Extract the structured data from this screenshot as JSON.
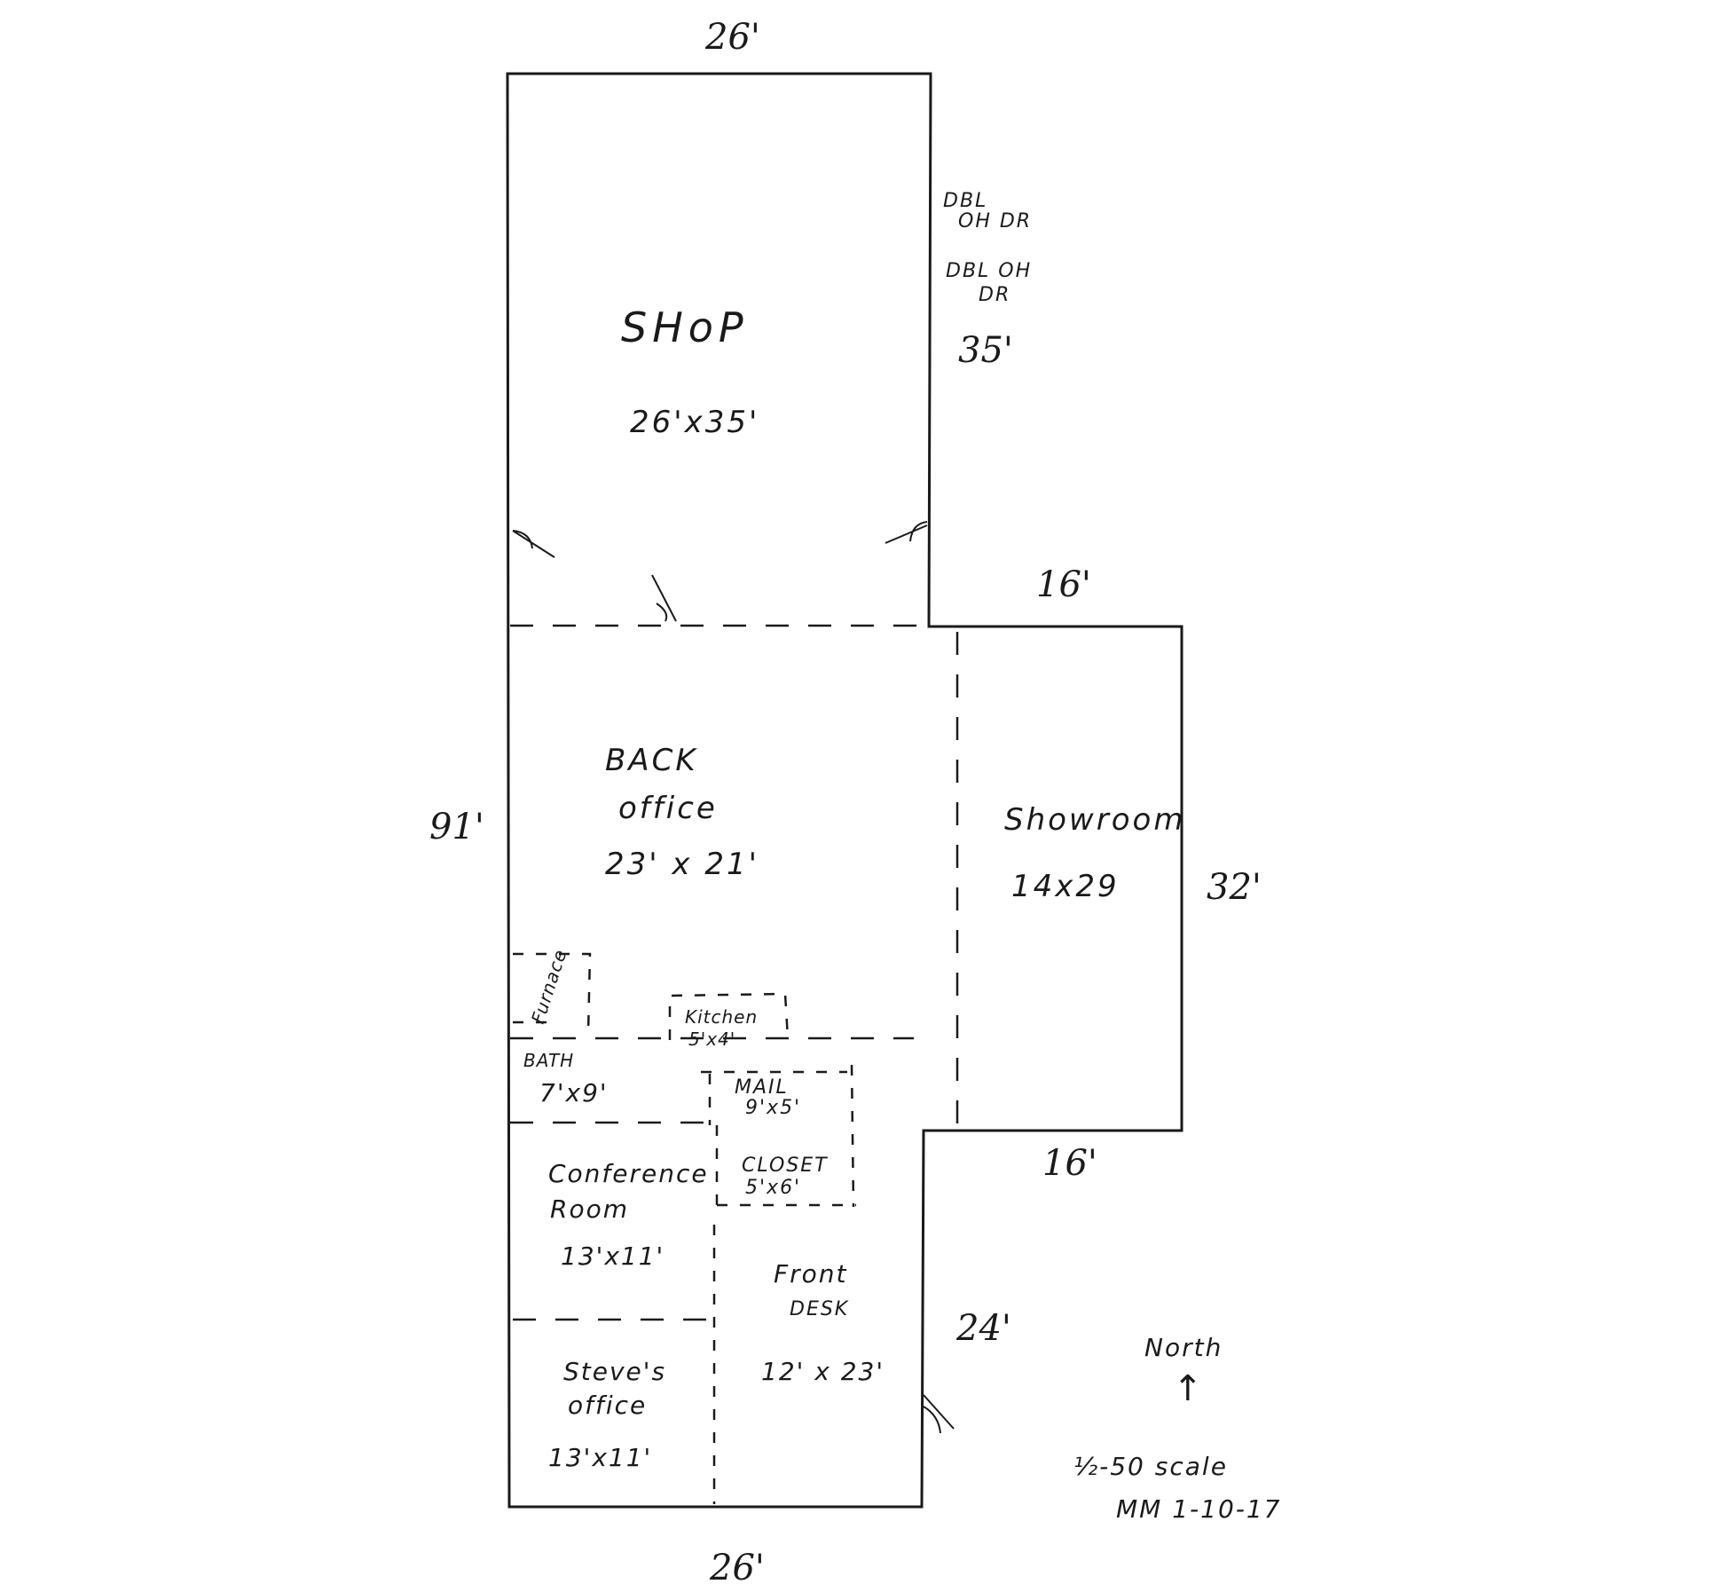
{
  "dimensions": {
    "top_width": "26'",
    "shop_side": "35'",
    "showroom_top": "16'",
    "overall_length": "91'",
    "showroom_side": "32'",
    "showroom_bottom": "16'",
    "front_side": "24'",
    "bottom_width": "26'"
  },
  "notes": {
    "door_1_line1": "DBL",
    "door_1_line2": "OH DR",
    "door_2_line1": "DBL OH",
    "door_2_line2": "DR"
  },
  "rooms": {
    "shop": {
      "name": "SHoP",
      "size": "26'x35'"
    },
    "back_office": {
      "name_line1": "BACK",
      "name_line2": "office",
      "size": "23' x 21'"
    },
    "showroom": {
      "name": "Showroom",
      "size": "14x29"
    },
    "furnace": {
      "name": "Furnace"
    },
    "kitchen": {
      "name": "Kitchen",
      "size": "5'x4'"
    },
    "bath": {
      "name": "BATH",
      "size": "7'x9'"
    },
    "mail": {
      "name": "MAIL",
      "size": "9'x5'"
    },
    "closet": {
      "name": "CLOSET",
      "size": "5'x6'"
    },
    "conference": {
      "name_line1": "Conference",
      "name_line2": "Room",
      "size": "13'x11'"
    },
    "front_desk": {
      "name_line1": "Front",
      "name_line2": "DESK",
      "size": "12' x 23'"
    },
    "steves_office": {
      "name_line1": "Steve's",
      "name_line2": "office",
      "size": "13'x11'"
    }
  },
  "legend": {
    "north": "North",
    "north_arrow": "↑",
    "scale": "½-50 scale",
    "signature": "MM 1-10-17"
  }
}
